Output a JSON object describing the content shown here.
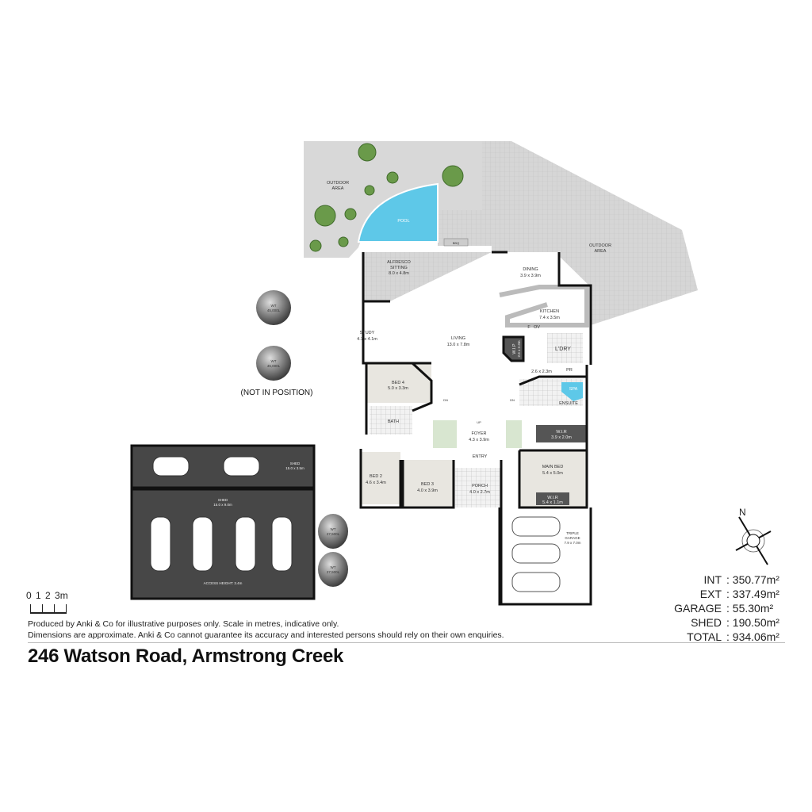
{
  "title": "246 Watson Road, Armstrong Creek",
  "disclaimer": [
    "Produced by Anki & Co for illustrative purposes only. Scale in metres, indicative only.",
    "Dimensions are approximate. Anki & Co cannot guarantee its accuracy and interested persons should rely on their own enquiries."
  ],
  "scale_label": "0 1 2 3m",
  "compass": "N",
  "areas": [
    {
      "key": "INT",
      "value": ": 350.77m²"
    },
    {
      "key": "EXT",
      "value": ": 337.49m²"
    },
    {
      "key": "GARAGE",
      "value": ":  55.30m²"
    },
    {
      "key": "SHED",
      "value": ": 190.50m²"
    },
    {
      "key": "TOTAL",
      "value": ": 934.06m²"
    }
  ],
  "rooms": {
    "outdoor_left": [
      "OUTDOOR",
      "AREA"
    ],
    "pool": "POOL",
    "outdoor_right": [
      "OUTDOOR",
      "AREA"
    ],
    "bbq": "BBQ",
    "alfresco": [
      "ALFRESCO",
      "SITTING",
      "8.0 x 4.8m"
    ],
    "dining": [
      "DINING",
      "3.9 x 3.9m"
    ],
    "kitchen": [
      "KITCHEN",
      "7.4 x 3.5m"
    ],
    "study": [
      "STUDY",
      "4.7 x 4.1m"
    ],
    "living": [
      "LIVING",
      "13.0 x 7.8m"
    ],
    "wip": [
      "W.I.P",
      "2.6 x 2.3m"
    ],
    "fridge": "F",
    "oven": "OV",
    "laundry": "L'DRY",
    "hall": "2.6 x 2.3m",
    "pr": "PR",
    "spa": "SPA",
    "ensuite": "ENSUITE",
    "bed4": [
      "BED 4",
      "5.0 x 3.3m"
    ],
    "bath": "BATH",
    "dn1": "DN",
    "dn2": "DN",
    "up": "UP",
    "foyer": [
      "FOYER",
      "4.3 x 3.9m"
    ],
    "wir1": [
      "W.I.R",
      "3.9 x 2.0m"
    ],
    "entry": "ENTRY",
    "bed2": [
      "BED 2",
      "4.6 x 3.4m"
    ],
    "bed3": [
      "BED 3",
      "4.0 x 3.9m"
    ],
    "porch": [
      "PORCH",
      "4.0 x 2.7m"
    ],
    "main_bed": [
      "MAIN BED",
      "5.4 x 5.0m"
    ],
    "wir2": [
      "W.I.R",
      "5.4 x 1.1m"
    ],
    "garage": [
      "TRIPLE",
      "GARAGE",
      "7.9 x 7.0m"
    ],
    "shed_small": [
      "SHED",
      "15.0 x 3.5m"
    ],
    "shed_big": [
      "SHED",
      "15.0 x 9.0m"
    ],
    "access": "ACCESS HEIGHT: 3.4m",
    "wt1": [
      "WT",
      "45,000L"
    ],
    "wt2": [
      "WT",
      "45,000L"
    ],
    "not_in_position": "(NOT IN POSITION)",
    "wt3": [
      "WT",
      "27,500L"
    ],
    "wt4": [
      "WT",
      "27,500L"
    ]
  },
  "colors": {
    "outdoor": "#d4d4d4",
    "pool": "#5ec8e8",
    "room": "#e8e6e0",
    "shed": "#4a4a4a",
    "tree": "#6a9a4a"
  }
}
